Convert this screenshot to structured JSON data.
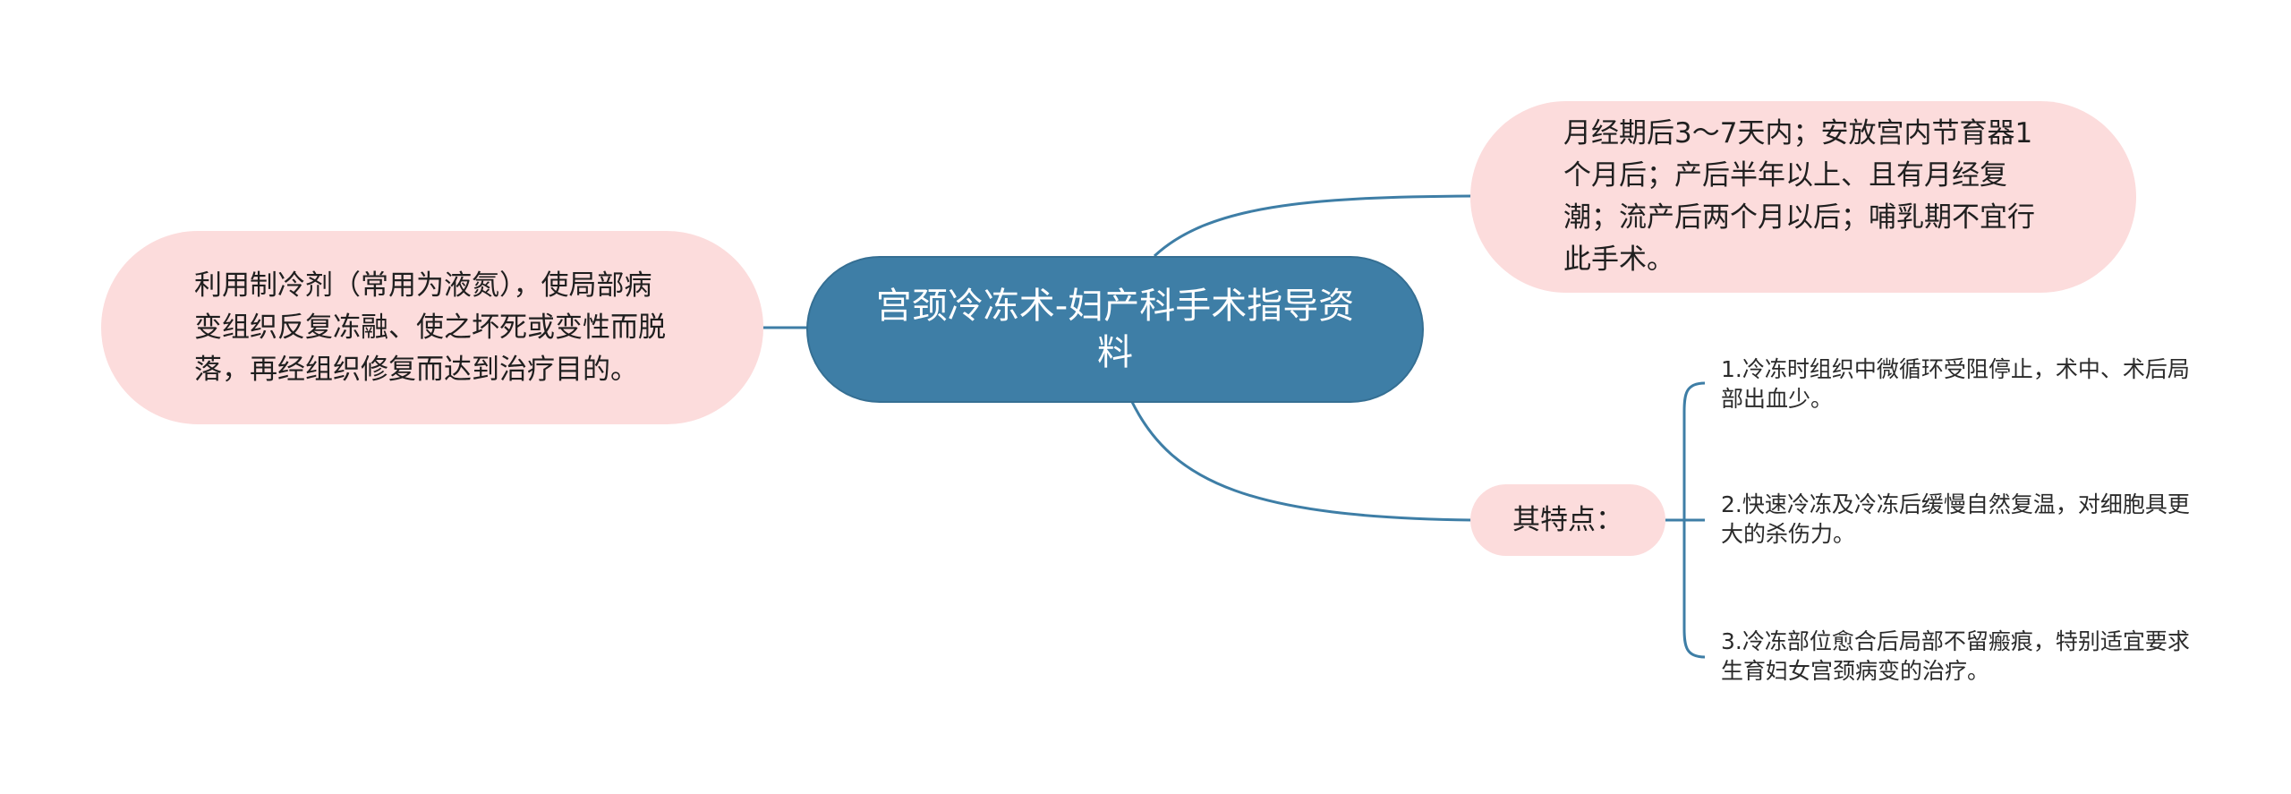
{
  "central_topic": "宫颈冷冻术-妇产科手术指导资料",
  "left_branch": {
    "text": "利用制冷剂（常用为液氮），使局部病变组织反复冻融、使之坏死或变性而脱落，再经组织修复而达到治疗目的。"
  },
  "right_branches": [
    {
      "text": "月经期后3～7天内；安放宫内节育器1个月后；产后半年以上、且有月经复潮；流产后两个月以后；哺乳期不宜行此手术。"
    },
    {
      "text": "其特点：",
      "children": [
        {
          "text": "1.冷冻时组织中微循环受阻停止，术中、术后局部出血少。"
        },
        {
          "text": "2.快速冷冻及冷冻后缓慢自然复温，对细胞具更大的杀伤力。"
        },
        {
          "text": "3.冷冻部位愈合后局部不留瘢痕，特别适宜要求生育妇女宫颈病变的治疗。"
        }
      ]
    }
  ],
  "colors": {
    "central_fill": "#3e7ea6",
    "branch_fill": "#fcdcdc",
    "connector": "#3e7ea6"
  }
}
